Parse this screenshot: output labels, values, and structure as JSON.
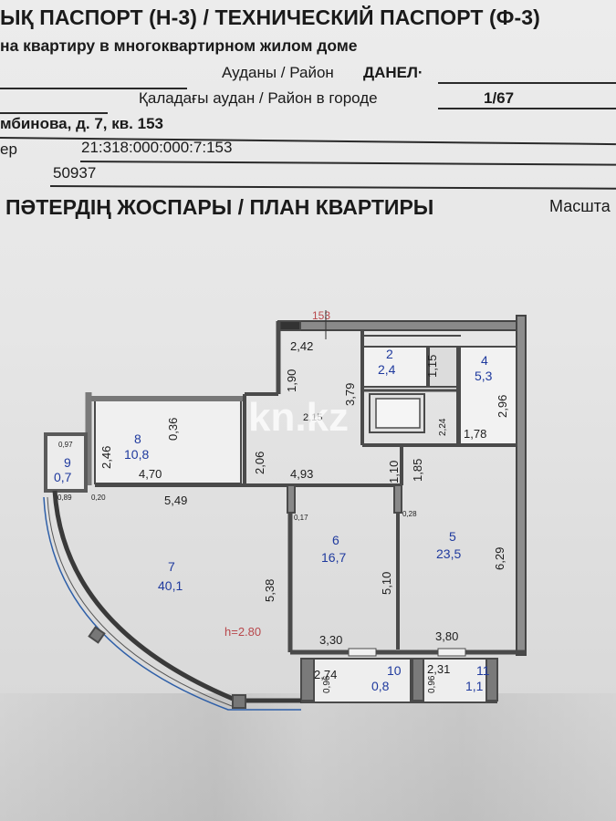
{
  "header": {
    "title": "ЫҚ ПАСПОРТ (Н-3) / ТЕХНИЧЕСКИЙ ПАСПОРТ (Ф-3)",
    "subtitle": "на квартиру в многоквартирном жилом доме",
    "district_label": "Ауданы / Район",
    "district_value": "ДАНЕЛ·",
    "city_district_label": "Қаладағы аудан / Район в городе",
    "city_district_value": "1/67",
    "address": "мбинова, д. 7, кв. 153",
    "cadastral_label": "ер",
    "cadastral_number": "21:318:000:000:7:153",
    "inventory_number": "50937"
  },
  "plan": {
    "title": "ПӘТЕРДІҢ ЖОСПАРЫ / ПЛАН КВАРТИРЫ",
    "scale_label": "Масшта",
    "apartment_number": "153",
    "ceiling_height": "h=2.80",
    "watermark": "kn.kz",
    "rooms": [
      {
        "number": "2",
        "area": "2,4"
      },
      {
        "number": "4",
        "area": "5,3"
      },
      {
        "number": "5",
        "area": "23,5"
      },
      {
        "number": "6",
        "area": "16,7"
      },
      {
        "number": "7",
        "area": "40,1"
      },
      {
        "number": "8",
        "area": "10,8"
      },
      {
        "number": "9",
        "area": "0,7"
      },
      {
        "number": "10",
        "area": "0,8"
      },
      {
        "number": "11",
        "area": "1,1"
      }
    ],
    "dimensions": {
      "d_2_42": "2,42",
      "d_1_15": "1,15",
      "d_2_96": "2,96",
      "d_1_78": "1,78",
      "d_3_79": "3,79",
      "d_1_90": "1,90",
      "d_2_15": "2,15",
      "d_2_24": "2,24",
      "d_0_36": "0,36",
      "d_2_46": "2,46",
      "d_4_70": "4,70",
      "d_2_06": "2,06",
      "d_4_93": "4,93",
      "d_1_10": "1,10",
      "d_1_85": "1,85",
      "d_5_49": "5,49",
      "d_0_97": "0,97",
      "d_0_89": "0,89",
      "d_0_20": "0,20",
      "d_0_17": "0,17",
      "d_0_28": "0,28",
      "d_5_38": "5,38",
      "d_5_10": "5,10",
      "d_6_29": "6,29",
      "d_3_30": "3,30",
      "d_3_80": "3,80",
      "d_2_74": "2,74",
      "d_2_31": "2,31",
      "d_0_96a": "0,96",
      "d_0_96b": "0,96"
    }
  }
}
